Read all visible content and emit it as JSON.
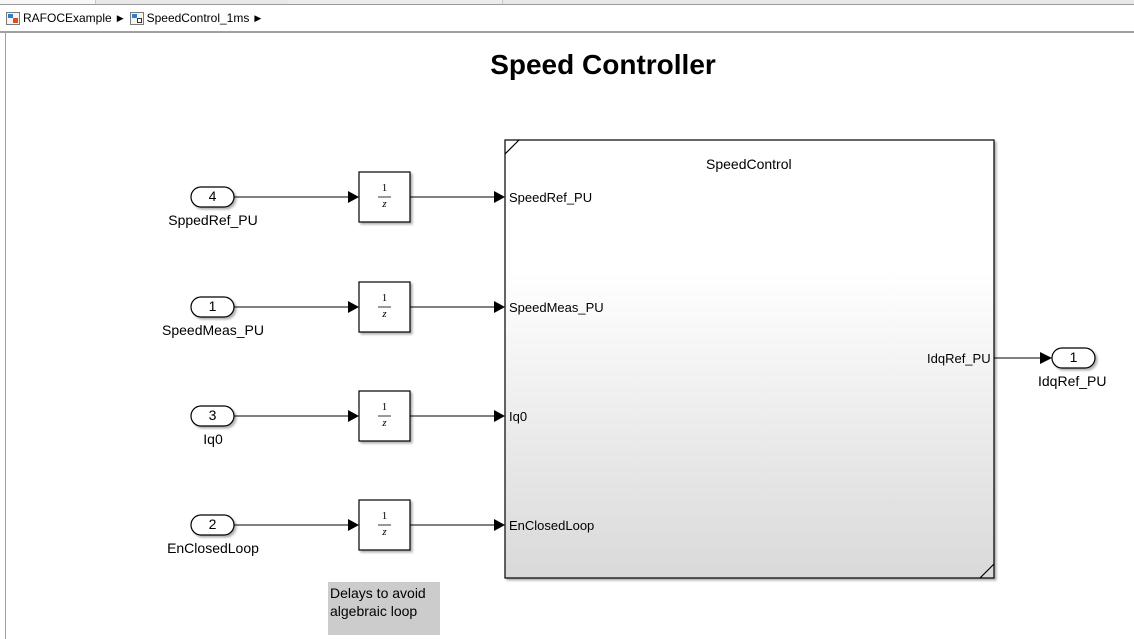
{
  "breadcrumb": {
    "items": [
      {
        "label": "RAFOCExample",
        "icon": "model-icon"
      },
      {
        "label": "SpeedControl_1ms",
        "icon": "subsystem-icon"
      }
    ],
    "separator": "▶"
  },
  "diagram": {
    "title": "Speed Controller",
    "inports": [
      {
        "number": "4",
        "name": "SppedRef_PU"
      },
      {
        "number": "1",
        "name": "SpeedMeas_PU"
      },
      {
        "number": "3",
        "name": "Iq0"
      },
      {
        "number": "2",
        "name": "EnClosedLoop"
      }
    ],
    "delay": {
      "numerator": "1",
      "denominator": "z"
    },
    "subsystem": {
      "name": "SpeedControl",
      "input_ports": [
        "SpeedRef_PU",
        "SpeedMeas_PU",
        "Iq0",
        "EnClosedLoop"
      ],
      "output_ports": [
        "IdqRef_PU"
      ]
    },
    "outport": {
      "number": "1",
      "name": "IdqRef_PU"
    },
    "annotation": "Delays to avoid algebraic loop"
  }
}
